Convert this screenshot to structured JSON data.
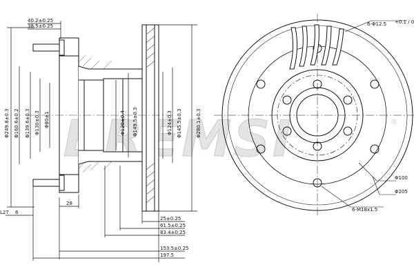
{
  "watermark": {
    "text": "BREMSI",
    "reg": "®"
  },
  "side_view": {
    "top_dims": [
      "40.2±0.25",
      "38.5±0.25"
    ],
    "left_diameters": [
      "Φ249.8±0.3",
      "Φ160.6±0.2",
      "Φ139.6±0.3",
      "Φ130±0.3",
      "Φ80±1"
    ],
    "hub_inner_diameters": [
      "Φ120±0.4",
      "Φ149.5±0.3"
    ],
    "disc_diameters": [
      "Φ124±0.3",
      "Φ145.5±0.3",
      "Φ280.1±0.3"
    ],
    "bottom_left": [
      "L27",
      "6",
      "28"
    ],
    "bottom_dims": [
      "25±0.25",
      "61.5±0.25",
      "83.4±0.25",
      "153.5±0.25",
      "197.5"
    ]
  },
  "front_view": {
    "callouts": [
      "6-Φ12.5",
      "Φ100",
      "Φ205",
      "6-M18x1.5"
    ],
    "hole_tol": "+0.1 / 0"
  }
}
